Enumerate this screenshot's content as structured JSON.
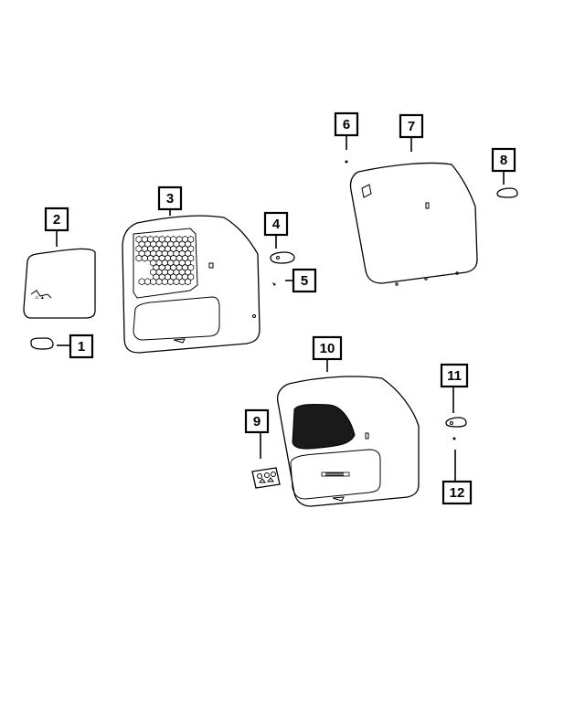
{
  "callouts": [
    {
      "id": "1",
      "label": "1"
    },
    {
      "id": "2",
      "label": "2"
    },
    {
      "id": "3",
      "label": "3"
    },
    {
      "id": "4",
      "label": "4"
    },
    {
      "id": "5",
      "label": "5"
    },
    {
      "id": "6",
      "label": "6"
    },
    {
      "id": "7",
      "label": "7"
    },
    {
      "id": "8",
      "label": "8"
    },
    {
      "id": "9",
      "label": "9"
    },
    {
      "id": "10",
      "label": "10"
    },
    {
      "id": "11",
      "label": "11"
    },
    {
      "id": "12",
      "label": "12"
    }
  ],
  "colors": {
    "line": "#000000",
    "fill": "#ffffff",
    "dark_panel": "#1a1a1a"
  }
}
